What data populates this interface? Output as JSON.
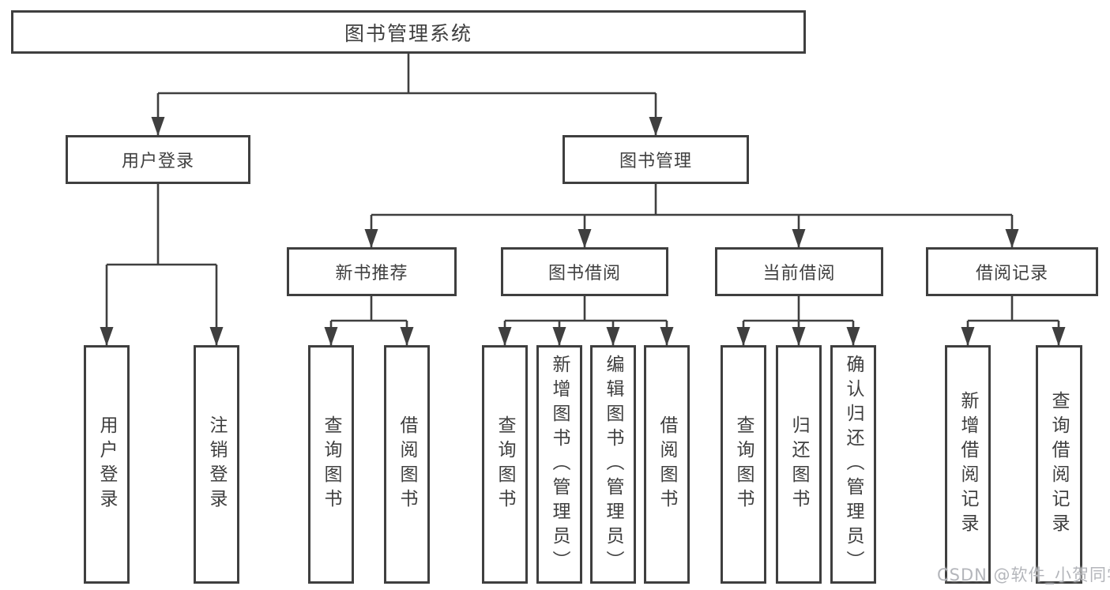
{
  "tree": {
    "root": {
      "label": "图书管理系统"
    },
    "branches": {
      "user_login": {
        "label": "用户登录",
        "leaves": [
          {
            "label": "用户登录"
          },
          {
            "label": "注销登录"
          }
        ]
      },
      "book_mgmt": {
        "label": "图书管理",
        "groups": [
          {
            "label": "新书推荐",
            "leaves": [
              {
                "label": "查询图书"
              },
              {
                "label": "借阅图书"
              }
            ]
          },
          {
            "label": "图书借阅",
            "leaves": [
              {
                "label": "查询图书"
              },
              {
                "label": "新增图书（管理员）"
              },
              {
                "label": "编辑图书（管理员）"
              },
              {
                "label": "借阅图书"
              }
            ]
          },
          {
            "label": "当前借阅",
            "leaves": [
              {
                "label": "查询图书"
              },
              {
                "label": "归还图书"
              },
              {
                "label": "确认归还（管理员）"
              }
            ]
          },
          {
            "label": "借阅记录",
            "leaves": [
              {
                "label": "新增借阅记录"
              },
              {
                "label": "查询借阅记录"
              }
            ]
          }
        ]
      }
    }
  },
  "watermark": "CSDN @软件_小贺同学",
  "colors": {
    "line": "#3f3f3f",
    "box_border": "#3f3f3f",
    "text": "#3f3f3f",
    "watermark": "#b4b6bb",
    "background": "#ffffff"
  }
}
